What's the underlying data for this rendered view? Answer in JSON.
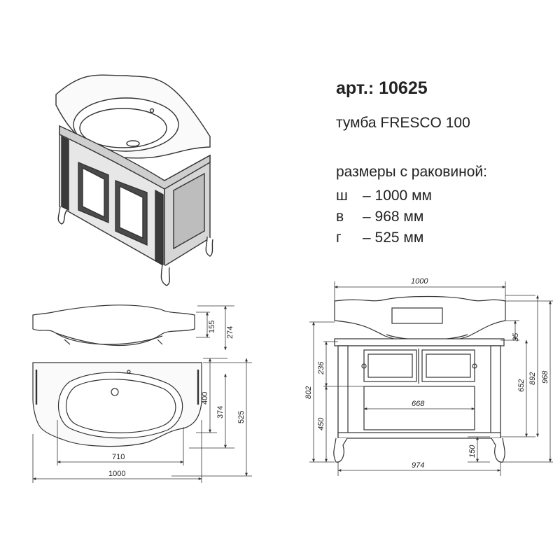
{
  "info": {
    "article": "арт.: 10625",
    "model": "тумба FRESCO 100",
    "dims_header": "размеры с раковиной:",
    "dims": [
      {
        "key": "ш",
        "value": "– 1000 мм"
      },
      {
        "key": "в",
        "value": "– 968 мм"
      },
      {
        "key": "г",
        "value": "– 525 мм"
      }
    ]
  },
  "sink_side": {
    "h_inner": "155",
    "h_outer": "274"
  },
  "sink_top": {
    "d1": "400",
    "d2": "374",
    "d3": "525",
    "w_bowl": "710",
    "w_total": "1000"
  },
  "front": {
    "top_width": "1000",
    "h236": "236",
    "h802": "802",
    "h450": "450",
    "h35": "35",
    "h652": "652",
    "h892": "892",
    "h968": "968",
    "w668": "668",
    "h150": "150",
    "w974": "974"
  }
}
